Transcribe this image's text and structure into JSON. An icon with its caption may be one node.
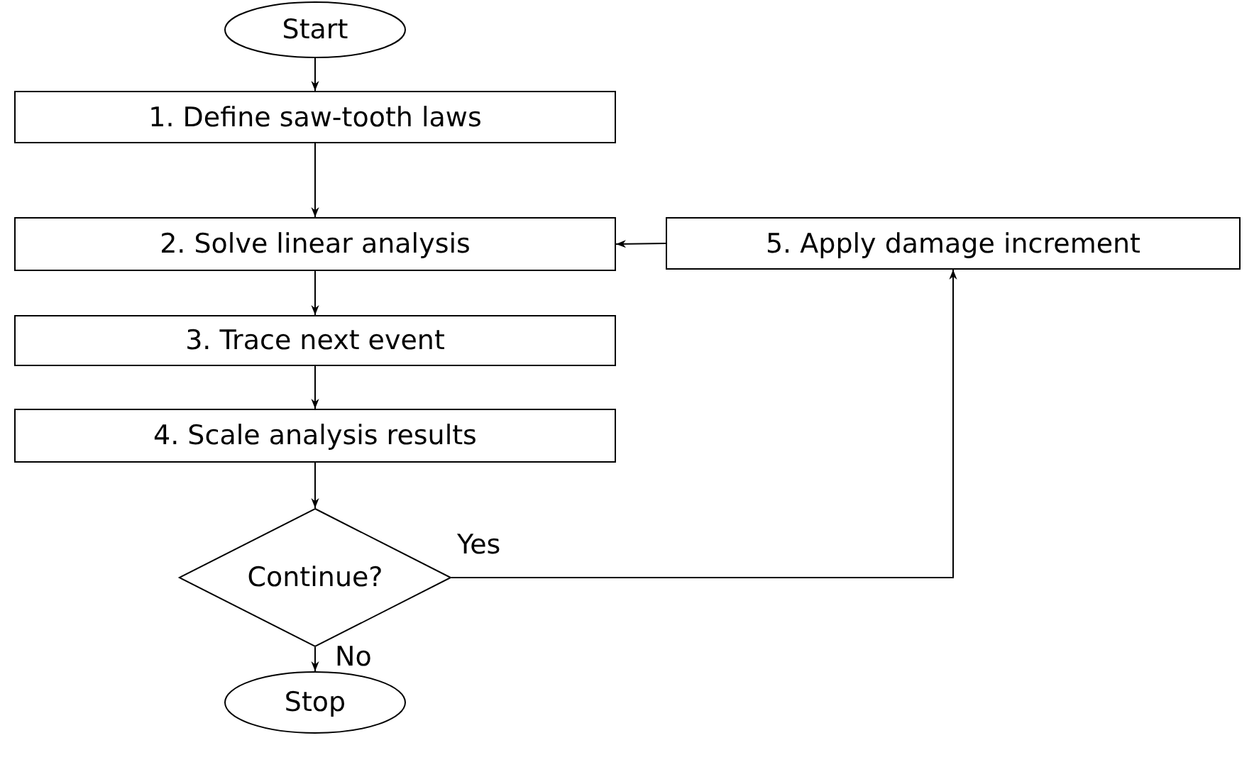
{
  "diagram": {
    "nodes": [
      {
        "text": [
          "Start"
        ]
      },
      {
        "text": [
          "1. Define saw-tooth laws"
        ]
      },
      {
        "text": [
          "2. Solve linear analysis"
        ]
      },
      {
        "text": [
          "5. Apply damage increment"
        ]
      },
      {
        "text": [
          "3. Trace next event"
        ]
      },
      {
        "text": [
          "4. Scale analysis results"
        ]
      },
      {
        "text": [
          "Continue?"
        ]
      },
      {
        "text": [
          "Stop"
        ]
      }
    ],
    "edges": [
      {
        "from": 0,
        "to": 1,
        "arrow": "to"
      },
      {
        "from": 1,
        "to": 2,
        "arrow": "to"
      },
      {
        "from": 2,
        "to": 4,
        "arrow": "to"
      },
      {
        "from": 4,
        "to": 5,
        "arrow": "to"
      },
      {
        "from": 5,
        "to": 6,
        "arrow": "to"
      },
      {
        "from": 6,
        "to": 7,
        "label": "No",
        "arrow": "to"
      },
      {
        "from": 6,
        "to": 3,
        "label": "Yes",
        "arrow": "to"
      },
      {
        "from": 3,
        "to": 2,
        "arrow": "to"
      }
    ]
  }
}
